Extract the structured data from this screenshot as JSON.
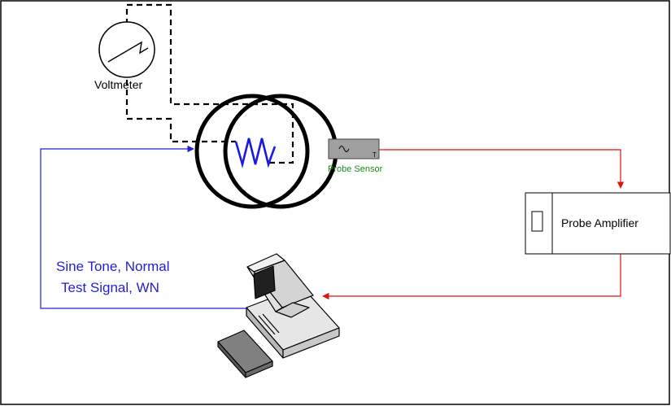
{
  "diagram": {
    "labels": {
      "voltmeter": "Voltmeter",
      "probe_sensor": "Probe Sensor",
      "probe_sensor_terminal": "T",
      "probe_amplifier": "Probe Amplifier",
      "signal_line1": "Sine Tone, Normal",
      "signal_line2": "Test Signal, WN"
    },
    "colors": {
      "signal_blue": "#1f1fd6",
      "probe_red": "#e01010",
      "coil_blue": "#1a1ae0",
      "sensor_label_green": "#1a8c1a",
      "sensor_fill": "#a0a0a0",
      "computer_beige": "#e8e8e8",
      "outline": "#000000"
    },
    "icons": [
      "voltmeter-icon",
      "transformer-icon",
      "probe-sensor-icon",
      "probe-amplifier-icon",
      "computer-icon",
      "keyboard-icon"
    ]
  }
}
